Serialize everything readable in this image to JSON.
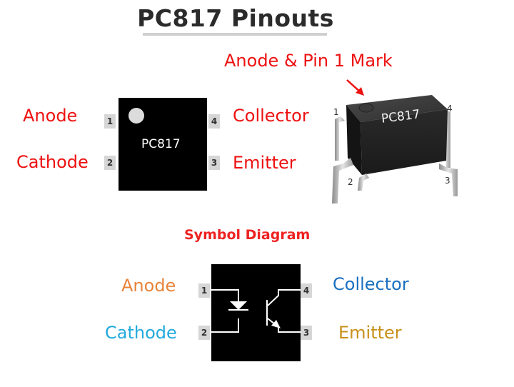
{
  "title": "PC817 Pinouts",
  "top_diagram": {
    "chip_label": "PC817",
    "left_labels": [
      "Anode",
      "Cathode"
    ],
    "right_labels": [
      "Collector",
      "Emitter"
    ],
    "pin_numbers": [
      "1",
      "2",
      "3",
      "4"
    ]
  },
  "package_photo": {
    "annotation": "Anode & Pin 1 Mark",
    "chip_label": "PC817",
    "pin_numbers": [
      "1",
      "2",
      "3",
      "4"
    ]
  },
  "symbol_diagram": {
    "title": "Symbol Diagram",
    "left_labels": [
      "Anode",
      "Cathode"
    ],
    "right_labels": [
      "Collector",
      "Emitter"
    ],
    "pin_numbers": [
      "1",
      "2",
      "3",
      "4"
    ],
    "colors": {
      "anode": "#e8833a",
      "cathode": "#22aadd",
      "collector": "#1a6fbf",
      "emitter": "#c8901a"
    }
  }
}
